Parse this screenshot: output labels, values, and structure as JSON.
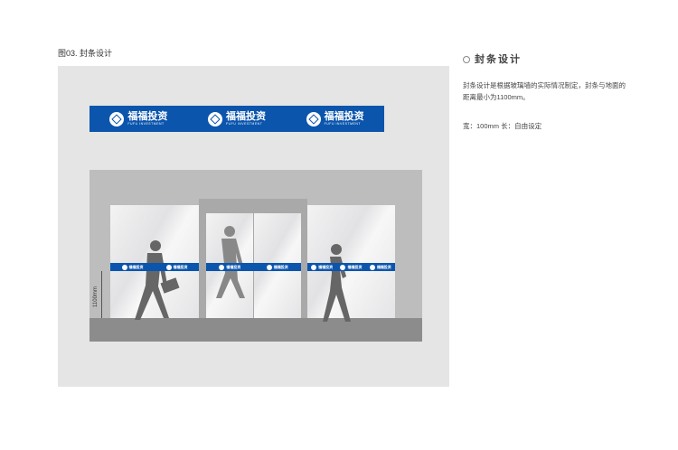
{
  "figure": {
    "title": "图03. 封条设计"
  },
  "brand": {
    "name": "福福投资",
    "subtitle": "FUFU INVESTMENT"
  },
  "dimension": {
    "label": "1100mm"
  },
  "section": {
    "title": "封条设计",
    "description": "封条设计是根据玻璃墙的实际情况制定，封条与地面的距离最小为1100mm。",
    "spec": "宽：100mm 长：自由设定"
  },
  "colors": {
    "brand_blue": "#0b55ad"
  }
}
